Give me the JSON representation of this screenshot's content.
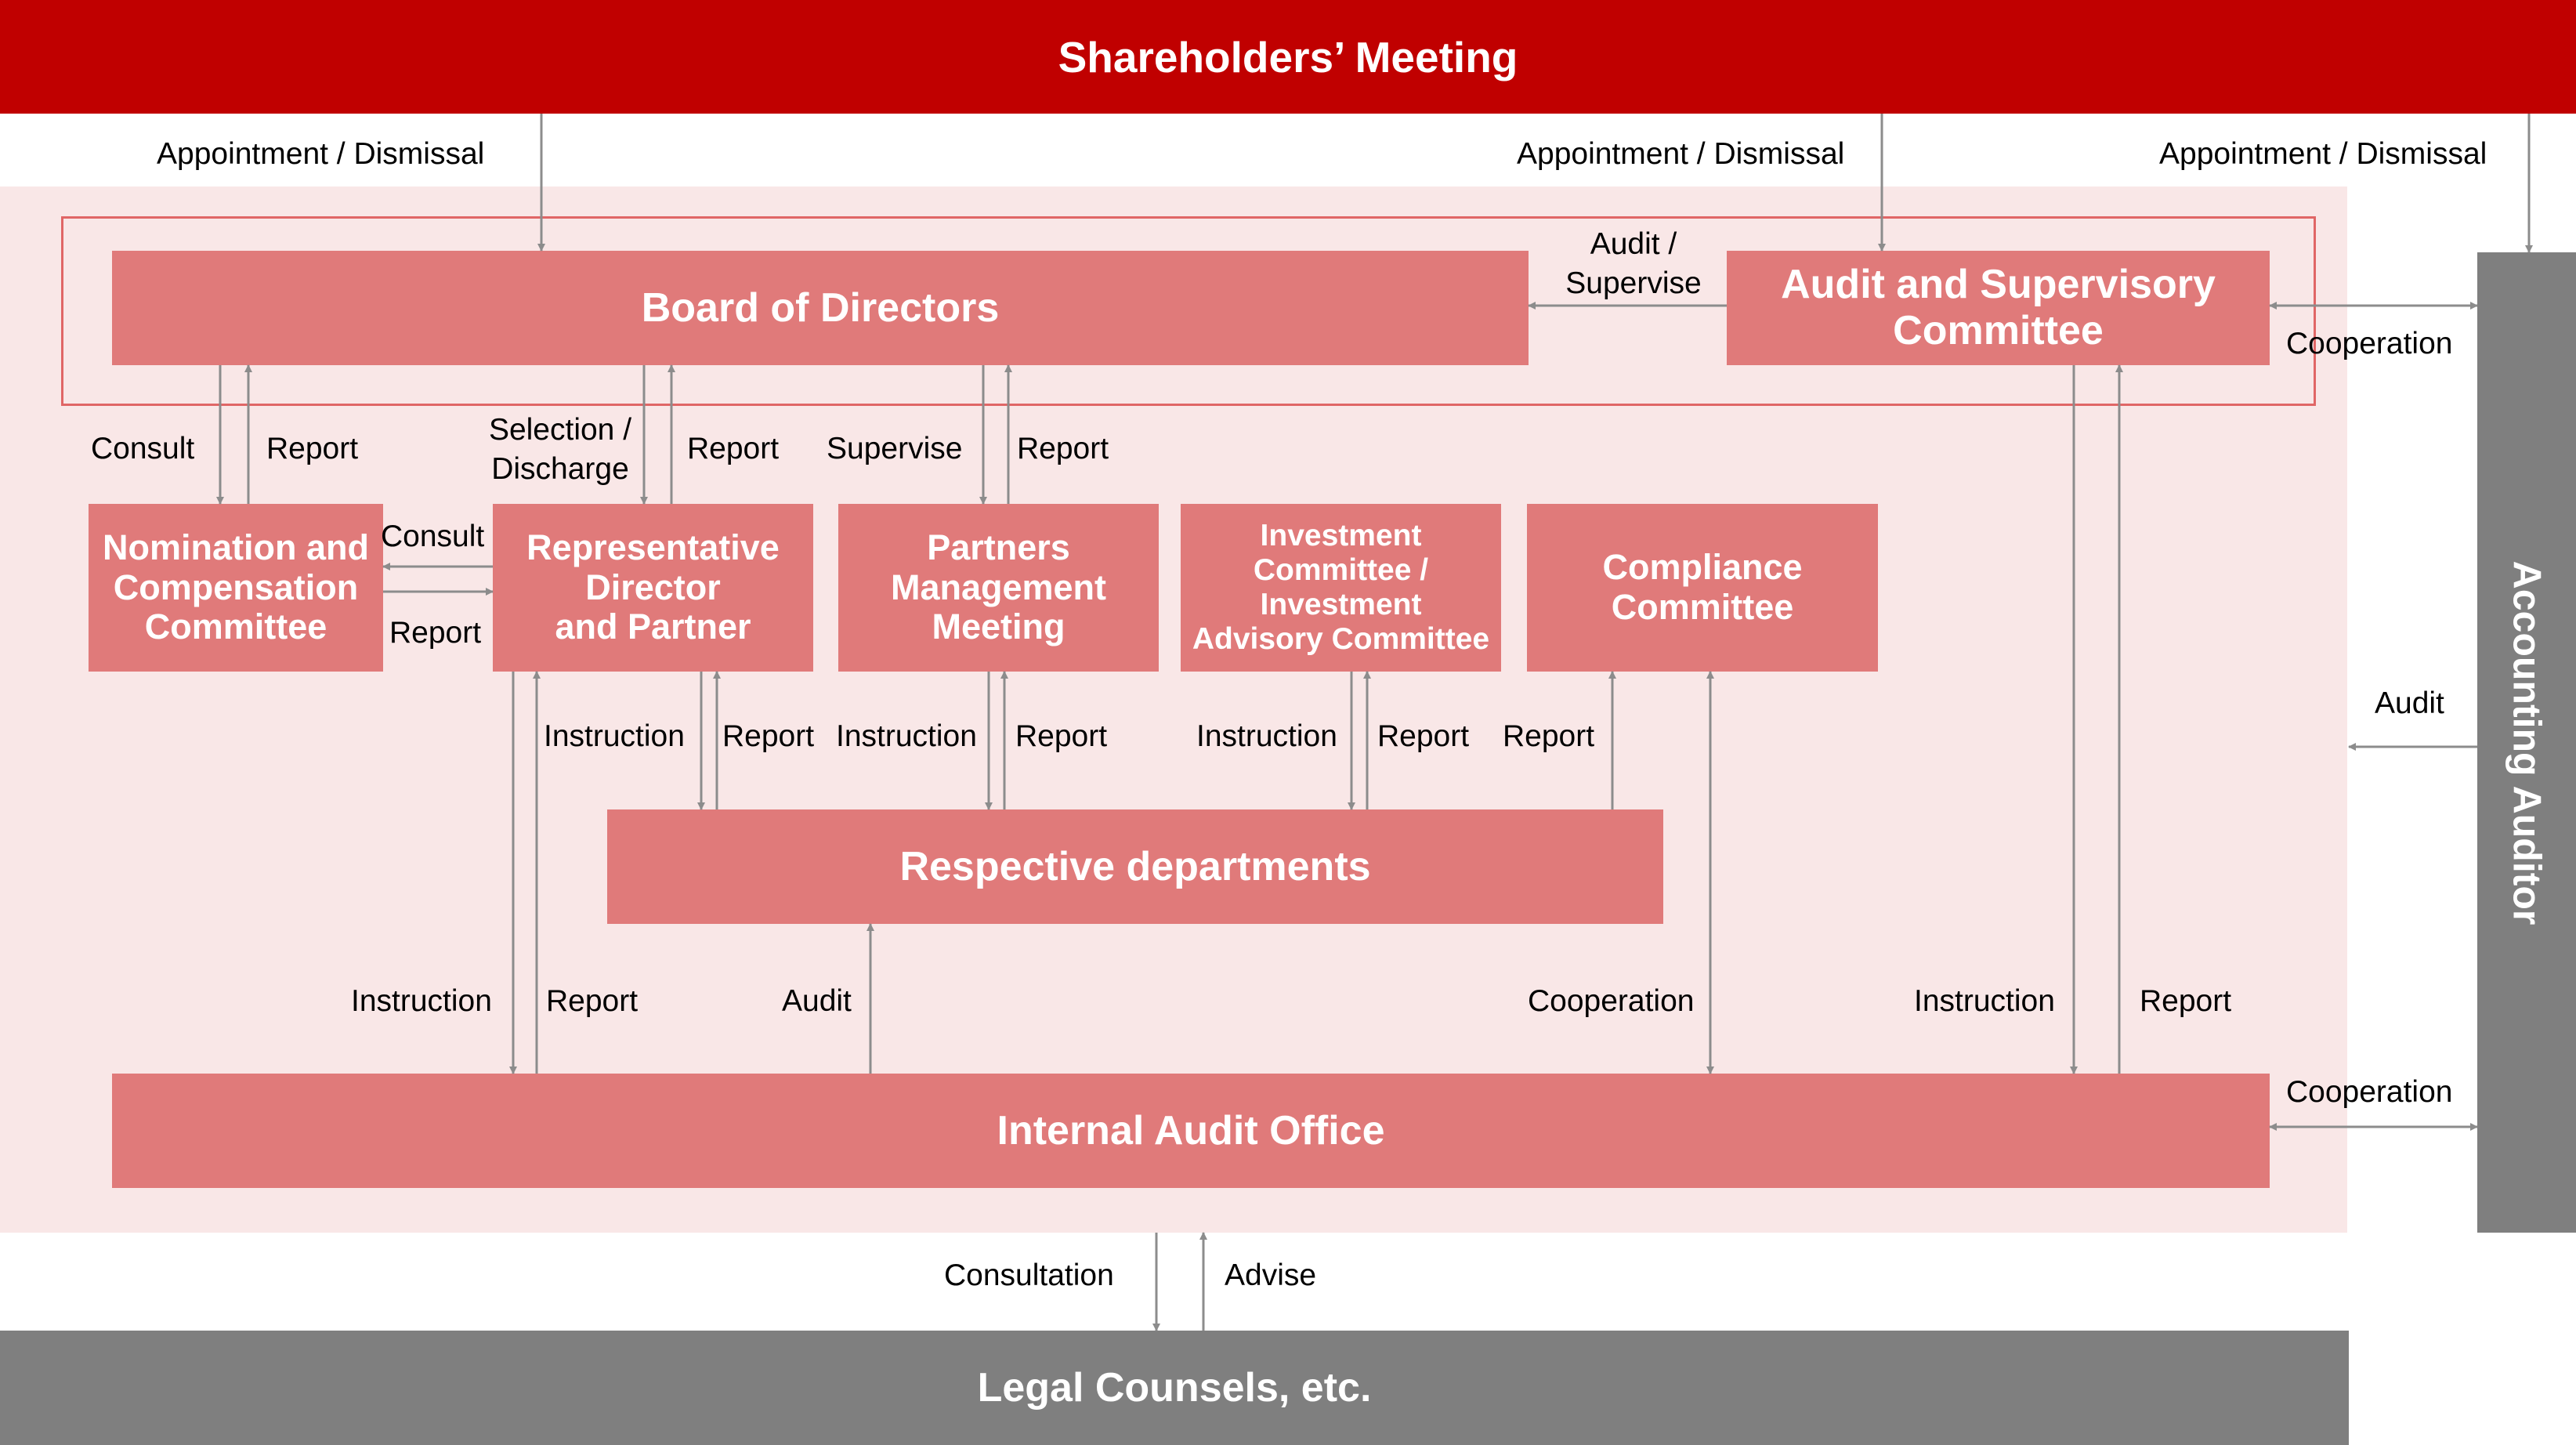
{
  "colors": {
    "top_bar": "#c00000",
    "box_fill": "#e07a7a",
    "region_fill": "#f9e7e7",
    "frame_border": "#e06666",
    "grey": "#7f7f7f",
    "arrow": "#8c8c8c"
  },
  "nodes": {
    "shareholders": "Shareholders’ Meeting",
    "board": "Board of Directors",
    "audit_committee_line1": "Audit and Supervisory",
    "audit_committee_line2": "Committee",
    "accounting_auditor": "Accounting Auditor",
    "nomination_line1": "Nomination and",
    "nomination_line2": "Compensation",
    "nomination_line3": "Committee",
    "representative_line1": "Representative",
    "representative_line2": "Director",
    "representative_line3": "and Partner",
    "partners_line1": "Partners",
    "partners_line2": "Management",
    "partners_line3": "Meeting",
    "investment_line1": "Investment",
    "investment_line2": "Committee /",
    "investment_line3": "Investment",
    "investment_line4": "Advisory Committee",
    "compliance_line1": "Compliance",
    "compliance_line2": "Committee",
    "departments": "Respective departments",
    "internal_audit": "Internal Audit Office",
    "legal": "Legal Counsels, etc."
  },
  "labels": {
    "appoint_board": "Appointment / Dismissal",
    "appoint_audit": "Appointment / Dismissal",
    "appoint_auditor": "Appointment / Dismissal",
    "audit_supervise_1": "Audit /",
    "audit_supervise_2": "Supervise",
    "cooperation_top": "Cooperation",
    "consult_nom": "Consult",
    "report_nom": "Report",
    "selection_1": "Selection /",
    "selection_2": "Discharge",
    "report_rep": "Report",
    "supervise_pm": "Supervise",
    "report_pm": "Report",
    "consult_mid": "Consult",
    "report_mid": "Report",
    "instruction_rep": "Instruction",
    "report_dept_rep": "Report",
    "instruction_pm": "Instruction",
    "report_dept_pm": "Report",
    "instruction_inv": "Instruction",
    "report_dept_inv": "Report",
    "report_comp": "Report",
    "audit_side": "Audit",
    "instruction_iao": "Instruction",
    "report_iao": "Report",
    "audit_dept": "Audit",
    "cooperation_comp": "Cooperation",
    "instruction_ac": "Instruction",
    "report_ac": "Report",
    "cooperation_bottom": "Cooperation",
    "consultation": "Consultation",
    "advise": "Advise"
  }
}
